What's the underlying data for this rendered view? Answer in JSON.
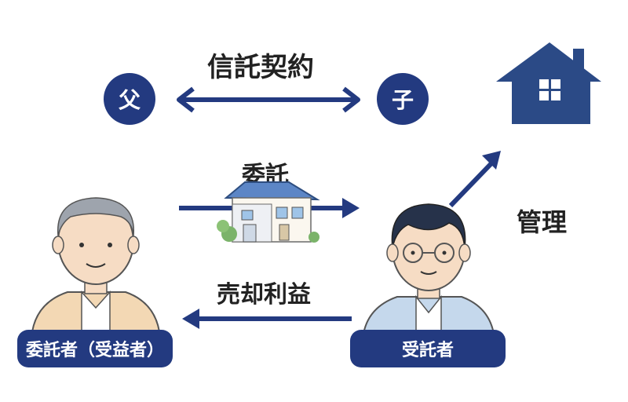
{
  "contract": {
    "label": "信託契約"
  },
  "father": {
    "label": "父"
  },
  "child": {
    "label": "子"
  },
  "entrust": {
    "label": "委託"
  },
  "manage": {
    "label": "管理"
  },
  "proceeds": {
    "label": "売却利益"
  },
  "trustor": {
    "label": "委託者（受益者）"
  },
  "trustee": {
    "label": "受託者"
  },
  "colors": {
    "navy": "#233a80",
    "house": "#2b4a86"
  },
  "icons": [
    "house-icon",
    "building-illustration",
    "elderly-man-illustration",
    "young-man-illustration"
  ]
}
